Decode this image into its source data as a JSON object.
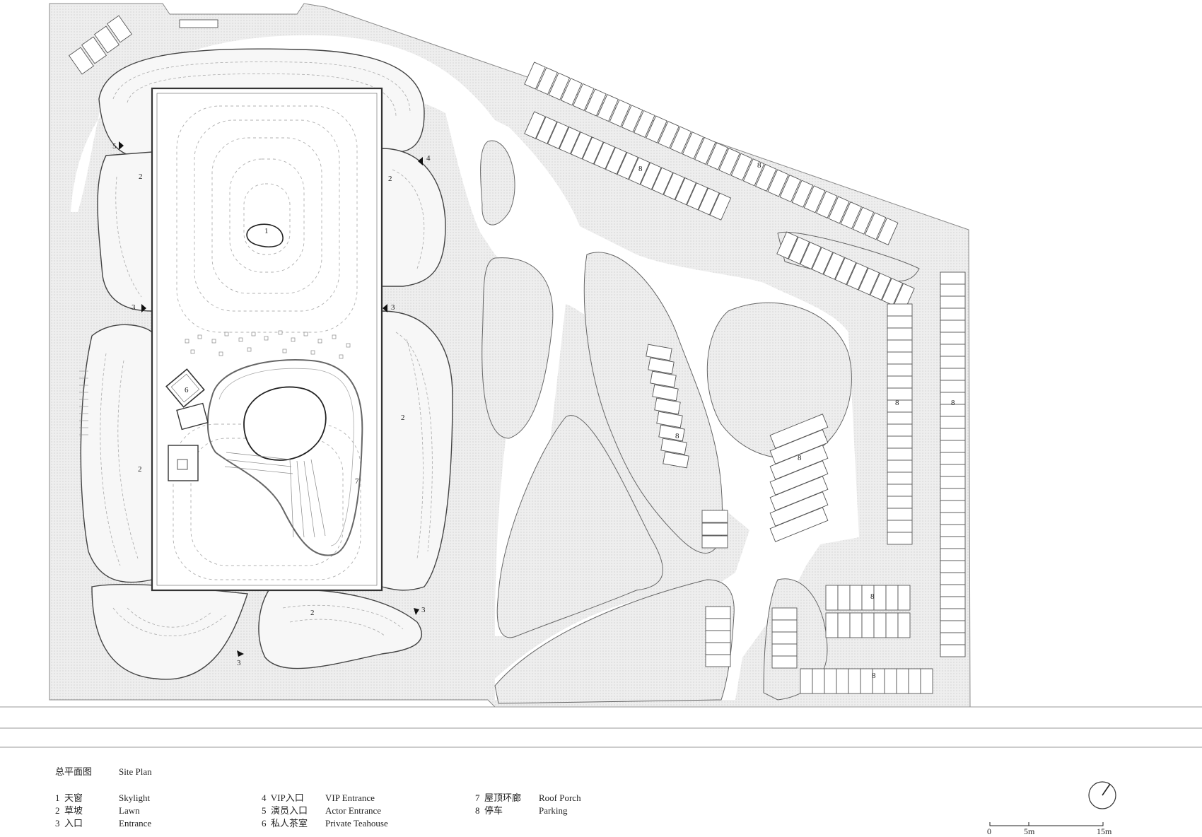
{
  "title": {
    "cn": "总平面图",
    "en": "Site Plan"
  },
  "legend": [
    {
      "num": "1",
      "cn": "天窗",
      "en": "Skylight"
    },
    {
      "num": "2",
      "cn": "草坡",
      "en": "Lawn"
    },
    {
      "num": "3",
      "cn": "入口",
      "en": "Entrance"
    },
    {
      "num": "4",
      "cn": "VIP入口",
      "en": "VIP Entrance"
    },
    {
      "num": "5",
      "cn": "演员入口",
      "en": "Actor Entrance"
    },
    {
      "num": "6",
      "cn": "私人茶室",
      "en": "Private Teahouse"
    },
    {
      "num": "7",
      "cn": "屋顶环廊",
      "en": "Roof Porch"
    },
    {
      "num": "8",
      "cn": "停车",
      "en": "Parking"
    }
  ],
  "scale_bar": {
    "ticks": [
      "0",
      "5m",
      "15m"
    ]
  },
  "plan_labels": {
    "skylight": "1",
    "lawn": "2",
    "entrance": "3",
    "vip_entrance": "4",
    "actor_entrance": "5",
    "teahouse": "6",
    "roof_porch": "7",
    "parking": "8"
  },
  "colors": {
    "line": "#555555",
    "fill": "#ebebeb",
    "background": "#ffffff"
  },
  "icons": [
    "north-arrow-icon",
    "entrance-arrow-icon"
  ]
}
